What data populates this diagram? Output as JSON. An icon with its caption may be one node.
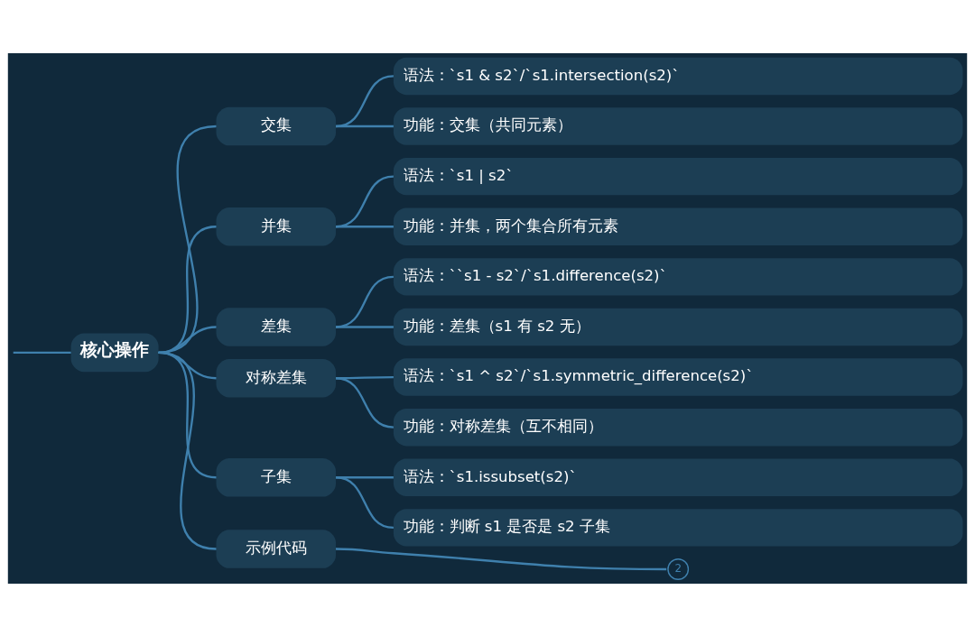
{
  "diagram": {
    "nodes": [
      {
        "text": [
          "核心操作"
        ]
      },
      {
        "text": [
          "交集"
        ]
      },
      {
        "text": [
          "语法：`s1 & s2`/`s1.intersection(s2)`"
        ]
      },
      {
        "text": [
          "功能：交集（共同元素）"
        ]
      },
      {
        "text": [
          "并集"
        ]
      },
      {
        "text": [
          "语法：`s1 | s2`"
        ]
      },
      {
        "text": [
          "功能：并集，两个集合所有元素"
        ]
      },
      {
        "text": [
          "差集"
        ]
      },
      {
        "text": [
          "语法：``s1 - s2`/`s1.difference(s2)`"
        ]
      },
      {
        "text": [
          "功能：差集（s1 有 s2 无）"
        ]
      },
      {
        "text": [
          "对称差集"
        ]
      },
      {
        "text": [
          "语法：`s1 ^ s2`/`s1.symmetric_difference(s2)`"
        ]
      },
      {
        "text": [
          "功能：对称差集（互不相同）"
        ]
      },
      {
        "text": [
          "子集"
        ]
      },
      {
        "text": [
          "语法：`s1.issubset(s2)`"
        ]
      },
      {
        "text": [
          "功能：判断 s1 是否是 s2 子集"
        ]
      },
      {
        "text": [
          "示例代码"
        ]
      },
      {
        "text": [
          "2"
        ]
      }
    ],
    "edges": [
      {
        "from": null,
        "to": 0,
        "arrow": "none"
      },
      {
        "from": 0,
        "to": 1,
        "arrow": "none"
      },
      {
        "from": 0,
        "to": 4,
        "arrow": "none"
      },
      {
        "from": 0,
        "to": 7,
        "arrow": "none"
      },
      {
        "from": 0,
        "to": 10,
        "arrow": "none"
      },
      {
        "from": 0,
        "to": 13,
        "arrow": "none"
      },
      {
        "from": 0,
        "to": 16,
        "arrow": "none"
      },
      {
        "from": 1,
        "to": 2,
        "arrow": "none"
      },
      {
        "from": 1,
        "to": 3,
        "arrow": "none"
      },
      {
        "from": 4,
        "to": 5,
        "arrow": "none"
      },
      {
        "from": 4,
        "to": 6,
        "arrow": "none"
      },
      {
        "from": 7,
        "to": 8,
        "arrow": "none"
      },
      {
        "from": 7,
        "to": 9,
        "arrow": "none"
      },
      {
        "from": 10,
        "to": 11,
        "arrow": "none"
      },
      {
        "from": 10,
        "to": 12,
        "arrow": "none"
      },
      {
        "from": 13,
        "to": 14,
        "arrow": "none"
      },
      {
        "from": 13,
        "to": 15,
        "arrow": "none"
      },
      {
        "from": 16,
        "to": 17,
        "arrow": "none"
      }
    ]
  }
}
